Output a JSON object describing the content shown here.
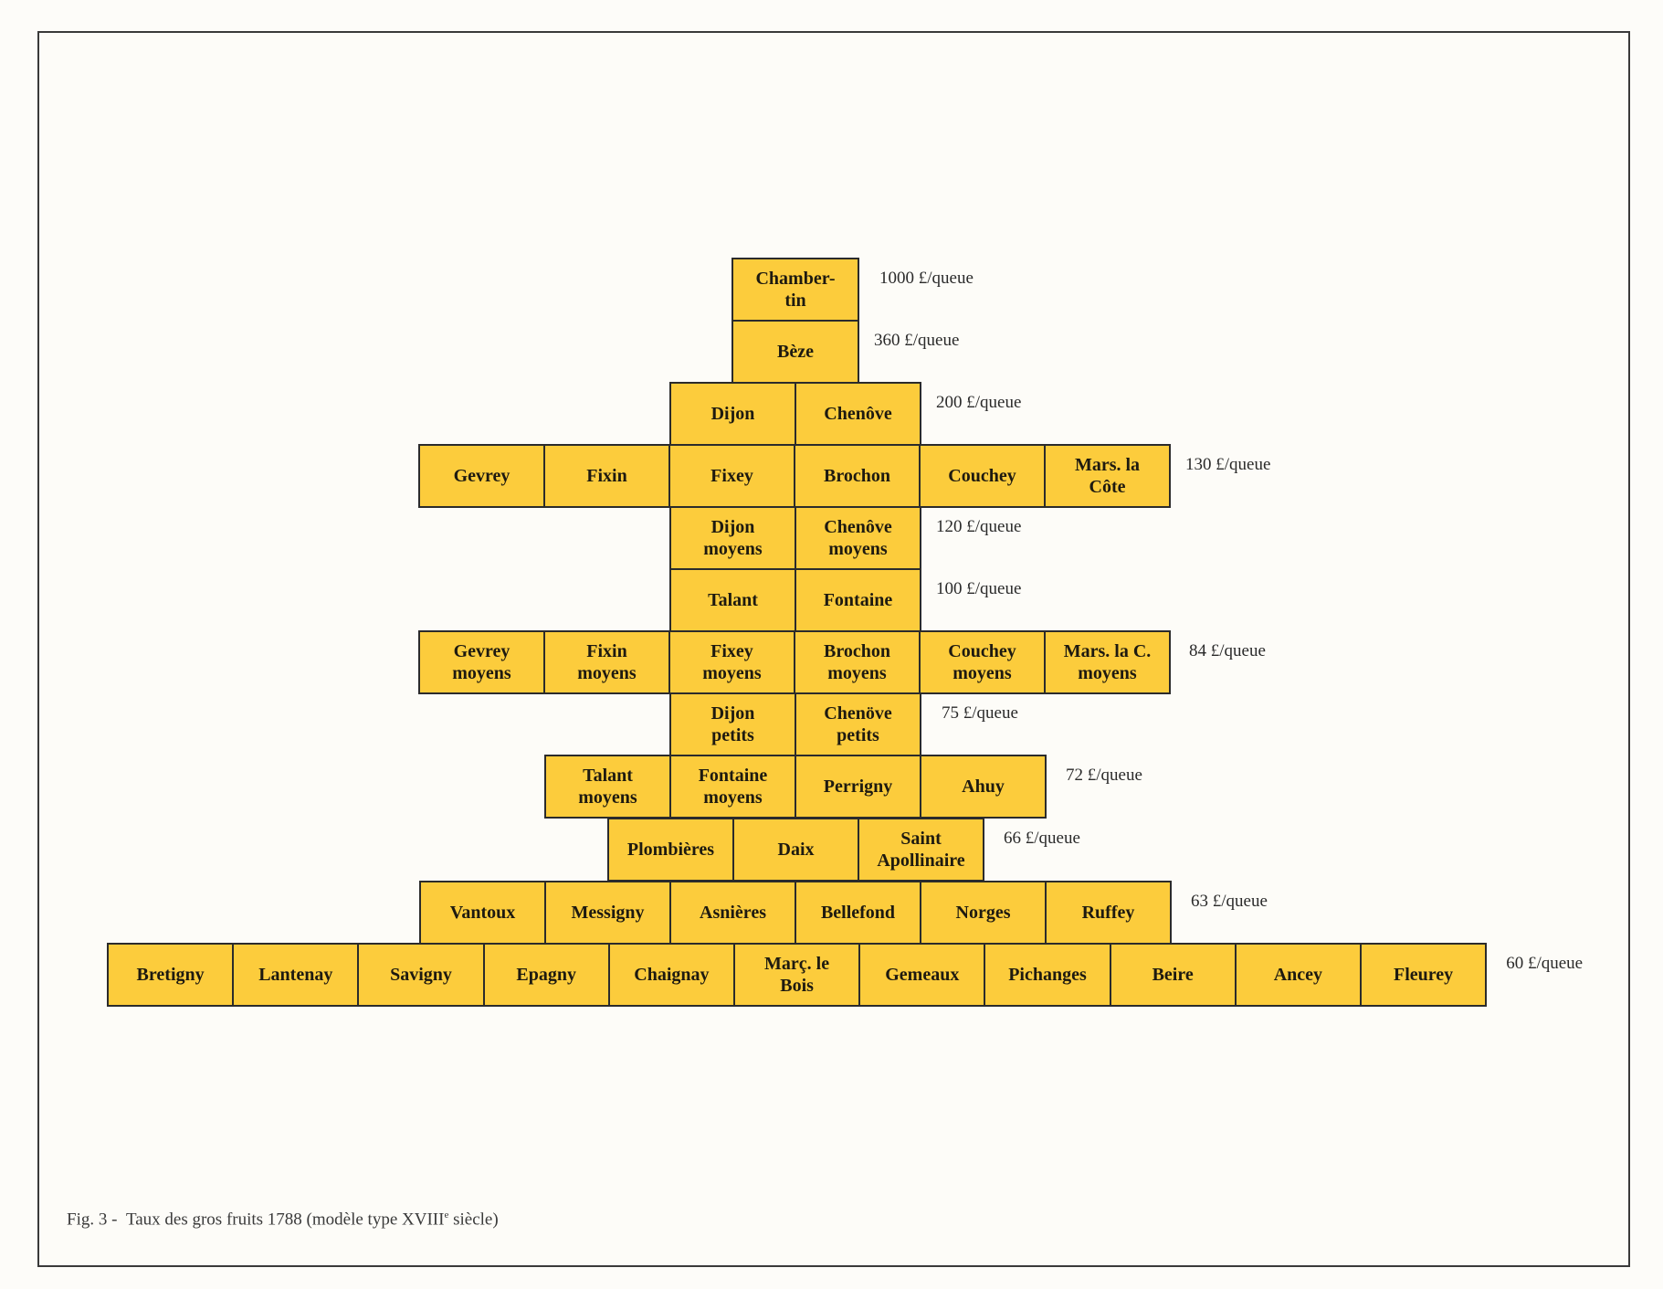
{
  "colors": {
    "cell_fill": "#fccc3c",
    "cell_border": "#2b2b2b",
    "paper": "#fdfcf8"
  },
  "rows": [
    {
      "rate": "1000 £/queue",
      "cells": [
        "Chamber-\ntin"
      ]
    },
    {
      "rate": "360 £/queue",
      "cells": [
        "Bèze"
      ]
    },
    {
      "rate": "200 £/queue",
      "cells": [
        "Dijon",
        "Chenôve"
      ]
    },
    {
      "rate": "130 £/queue",
      "cells": [
        "Gevrey",
        "Fixin",
        "Fixey",
        "Brochon",
        "Couchey",
        "Mars. la\nCôte"
      ]
    },
    {
      "rate": "120 £/queue",
      "cells": [
        "Dijon\nmoyens",
        "Chenôve\nmoyens"
      ]
    },
    {
      "rate": "100 £/queue",
      "cells": [
        "Talant",
        "Fontaine"
      ]
    },
    {
      "rate": "84 £/queue",
      "cells": [
        "Gevrey\nmoyens",
        "Fixin\nmoyens",
        "Fixey\nmoyens",
        "Brochon\nmoyens",
        "Couchey\nmoyens",
        "Mars. la C.\nmoyens"
      ]
    },
    {
      "rate": "75 £/queue",
      "cells": [
        "Dijon\npetits",
        "Chenöve\npetits"
      ]
    },
    {
      "rate": "72 £/queue",
      "cells": [
        "Talant\nmoyens",
        "Fontaine\nmoyens",
        "Perrigny",
        "Ahuy"
      ]
    },
    {
      "rate": "66 £/queue",
      "cells": [
        "Plombières",
        "Daix",
        "Saint\nApollinaire"
      ]
    },
    {
      "rate": "63 £/queue",
      "cells": [
        "Vantoux",
        "Messigny",
        "Asnières",
        "Bellefond",
        "Norges",
        "Ruffey"
      ]
    },
    {
      "rate": "60 £/queue",
      "cells": [
        "Bretigny",
        "Lantenay",
        "Savigny",
        "Epagny",
        "Chaignay",
        "Març. le\nBois",
        "Gemeaux",
        "Pichanges",
        "Beire",
        "Ancey",
        "Fleurey"
      ]
    }
  ],
  "caption": {
    "prefix": "Fig. 3 -",
    "text": "Taux des gros fruits 1788 (modèle type XVIII",
    "sup": "e",
    "suffix": " siècle)"
  }
}
